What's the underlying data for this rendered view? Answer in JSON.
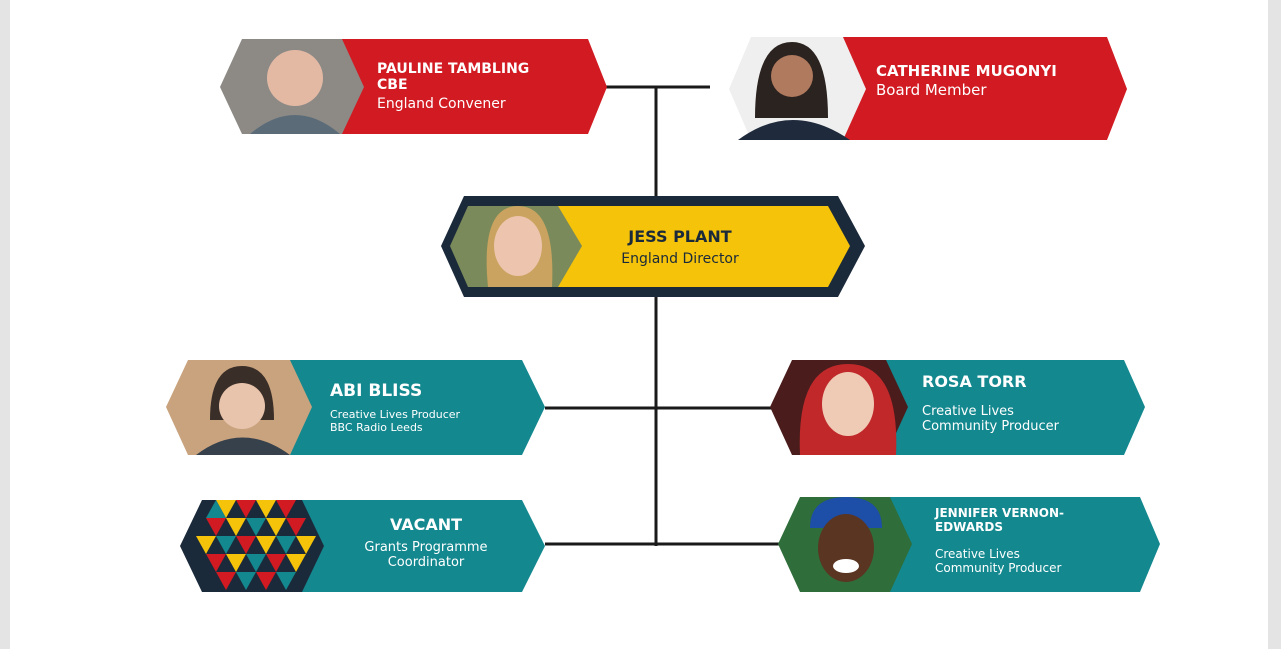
{
  "colors": {
    "red": "#d11a22",
    "teal": "#13888f",
    "yellow": "#f4c30a",
    "navy": "#1b2a3a",
    "line": "#1a1a1a"
  },
  "people": {
    "pauline": {
      "name_line1": "PAULINE TAMBLING",
      "name_line2": "CBE",
      "role": "England Convener"
    },
    "catherine": {
      "name": "CATHERINE MUGONYI",
      "role": "Board Member"
    },
    "jess": {
      "name": "JESS PLANT",
      "role": "England Director"
    },
    "abi": {
      "name": "ABI BLISS",
      "role_line1": "Creative Lives Producer",
      "role_line2": "BBC Radio Leeds"
    },
    "rosa": {
      "name": "ROSA TORR",
      "role_line1": "Creative Lives",
      "role_line2": "Community Producer"
    },
    "vacant": {
      "name": "VACANT",
      "role_line1": "Grants Programme",
      "role_line2": "Coordinator"
    },
    "jennifer": {
      "name_line1": "JENNIFER VERNON-",
      "name_line2": "EDWARDS",
      "role_line1": "Creative Lives",
      "role_line2": "Community Producer"
    }
  }
}
